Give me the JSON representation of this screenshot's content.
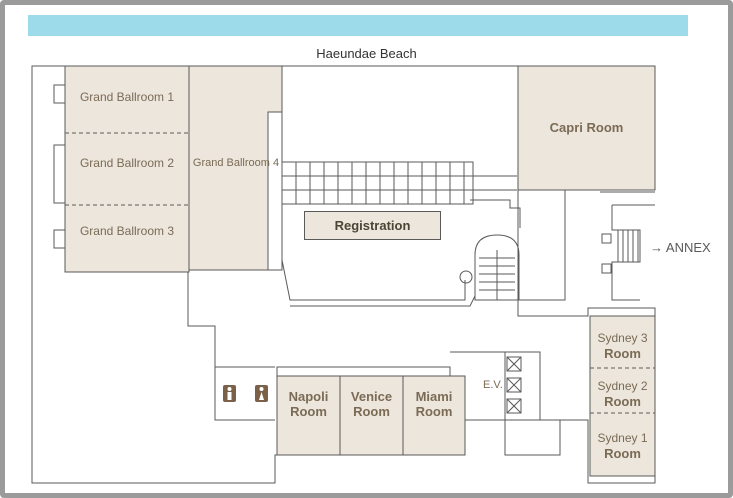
{
  "header": {
    "location_label": "Haeundae Beach"
  },
  "rooms": {
    "grand_ballroom_1": "Grand Ballroom 1",
    "grand_ballroom_2": "Grand Ballroom 2",
    "grand_ballroom_3": "Grand Ballroom 3",
    "grand_ballroom_4": "Grand Ballroom 4",
    "capri": "Capri Room",
    "registration": "Registration",
    "napoli_1": "Napoli",
    "napoli_2": "Room",
    "venice_1": "Venice",
    "venice_2": "Room",
    "miami_1": "Miami",
    "miami_2": "Room",
    "sydney3_1": "Sydney 3",
    "sydney3_2": "Room",
    "sydney2_1": "Sydney 2",
    "sydney2_2": "Room",
    "sydney1_1": "Sydney 1",
    "sydney1_2": "Room"
  },
  "annex": {
    "arrow": "→",
    "label": "ANNEX"
  },
  "elevator": {
    "label": "E.V."
  },
  "restrooms": {
    "men_icon": "man-restroom-icon",
    "women_icon": "woman-restroom-icon"
  },
  "colors": {
    "room_fill": "#ece6dc",
    "wall": "#5a5a5a",
    "text": "#7b6b55",
    "top_bar": "#9ddbea",
    "frame": "#9b9b9b"
  }
}
